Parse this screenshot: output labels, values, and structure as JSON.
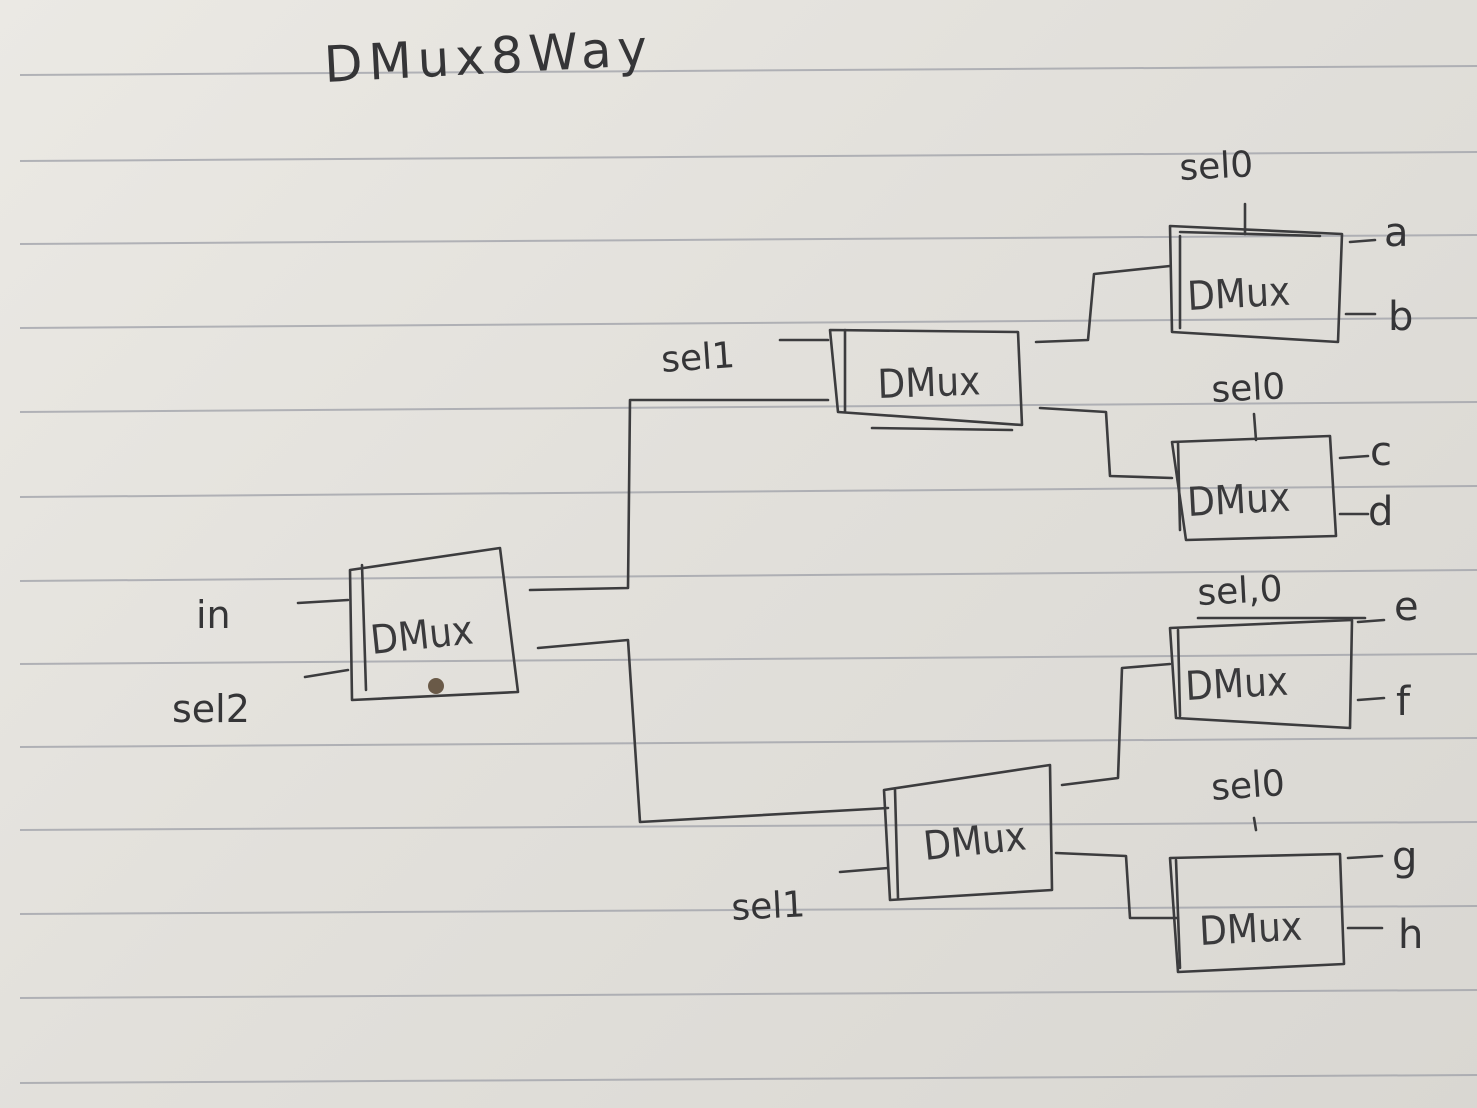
{
  "title": "DMux8Way",
  "inputs": {
    "in": "in",
    "sel2": "sel2"
  },
  "blocks": {
    "root": "DMux",
    "mid_upper": "DMux",
    "mid_lower": "DMux",
    "leaf_ab": "DMux",
    "leaf_cd": "DMux",
    "leaf_ef": "DMux",
    "leaf_gh": "DMux"
  },
  "selects": {
    "mid_upper": "sel1",
    "mid_lower": "sel1",
    "leaf_ab": "sel0",
    "leaf_cd": "sel0",
    "leaf_ef": "sel,0",
    "leaf_gh": "sel0"
  },
  "outputs": {
    "a": "a",
    "b": "b",
    "c": "c",
    "d": "d",
    "e": "e",
    "f": "f",
    "g": "g",
    "h": "h"
  },
  "colors": {
    "ink": "#3c3c3e",
    "paper": "#e4e2dd",
    "rule": "#9ea0a8"
  }
}
